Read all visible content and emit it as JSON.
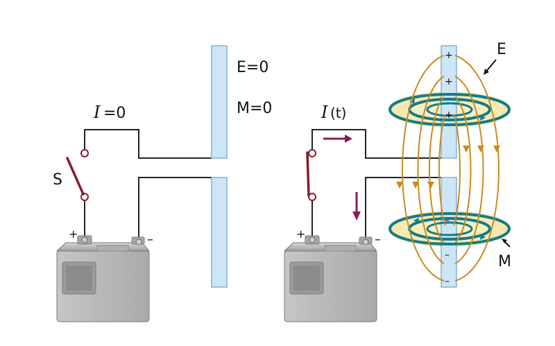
{
  "left": {
    "current_symbol": "I",
    "current_value": "=0",
    "field_e": "E=0",
    "field_m": "M=0",
    "switch_label": "S",
    "plus_sign": "+",
    "minus_sign": "–"
  },
  "right": {
    "current_symbol": "I",
    "current_arg": "(t)",
    "label_e": "E",
    "label_m": "M",
    "plus_sign": "+",
    "minus_sign": "–",
    "plate_top_charge": "+",
    "plate_bottom_charge": "–"
  },
  "colors": {
    "wire": "#222222",
    "plate_fill": "#cde6f5",
    "plate_stroke": "#7fb2d2",
    "switch": "#8a1a2c",
    "arrow": "#8a1a58",
    "e_field": "#c98a1e",
    "m_field": "#157a86",
    "halo": "#f6ecb4",
    "battery_body": "#bdbdbd"
  },
  "icons": [
    "battery-icon",
    "switch-icon",
    "capacitor-plate-icon",
    "current-arrow-icon"
  ]
}
